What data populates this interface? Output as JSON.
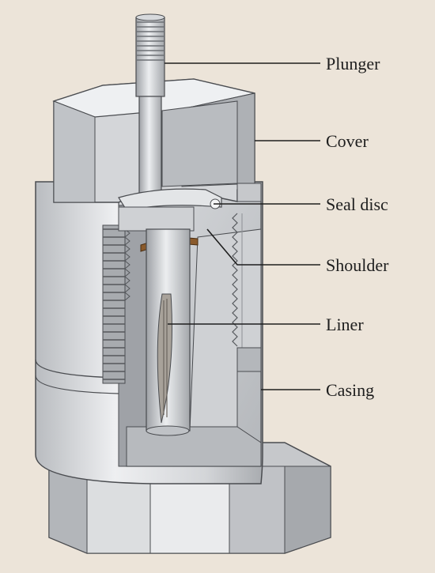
{
  "figure": {
    "colors": {
      "background": "#ece4d9",
      "metal_light": "#e4e5e7",
      "metal_mid": "#c9cbce",
      "metal_dark": "#a4a7ab",
      "metal_shadow": "#8d9095",
      "seal_disc": "#8a5a2b",
      "outline": "#4a4c50"
    },
    "labels": [
      {
        "id": "plunger",
        "text": "Plunger"
      },
      {
        "id": "cover",
        "text": "Cover"
      },
      {
        "id": "seal-disc",
        "text": "Seal disc"
      },
      {
        "id": "shoulder",
        "text": "Shoulder"
      },
      {
        "id": "liner",
        "text": "Liner"
      },
      {
        "id": "casing",
        "text": "Casing"
      }
    ]
  }
}
